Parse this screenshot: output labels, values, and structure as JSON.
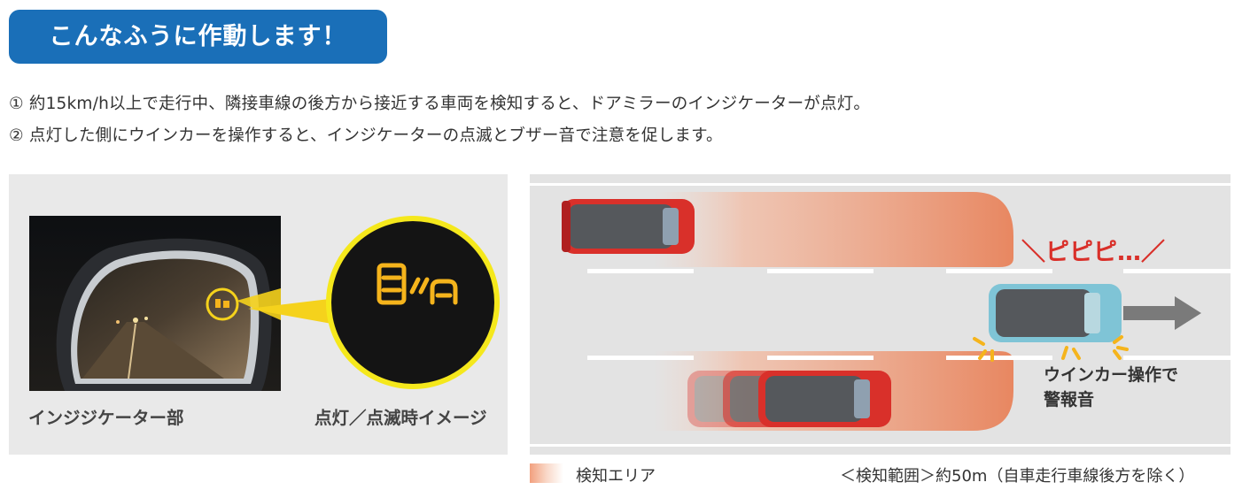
{
  "header": {
    "title": "こんなふうに作動します！"
  },
  "description": {
    "line1": "① 約15km/h以上で走行中、隣接車線の後方から接近する車両を検知すると、ドアミラーのインジケーターが点灯。",
    "line2": "② 点灯した側にウインカーを操作すると、インジケーターの点滅とブザー音で注意を促します。"
  },
  "left_panel": {
    "photo_caption": "インジジケーター部",
    "zoom_caption": "点灯／点滅時イメージ"
  },
  "right_panel": {
    "sound_text": "＼ピピピ…／",
    "warning_text_line1": "ウインカー操作で",
    "warning_text_line2": "警報音"
  },
  "legend": {
    "area_label": "検知エリア",
    "range_note": "＜検知範囲＞約50m（自車走行車線後方を除く）"
  },
  "colors": {
    "title_bg": "#1a6fb8",
    "indicator": "#f5b41c",
    "detection_area": "#e8825a",
    "red_car": "#d9302a",
    "own_car": "#7fc4d6"
  }
}
